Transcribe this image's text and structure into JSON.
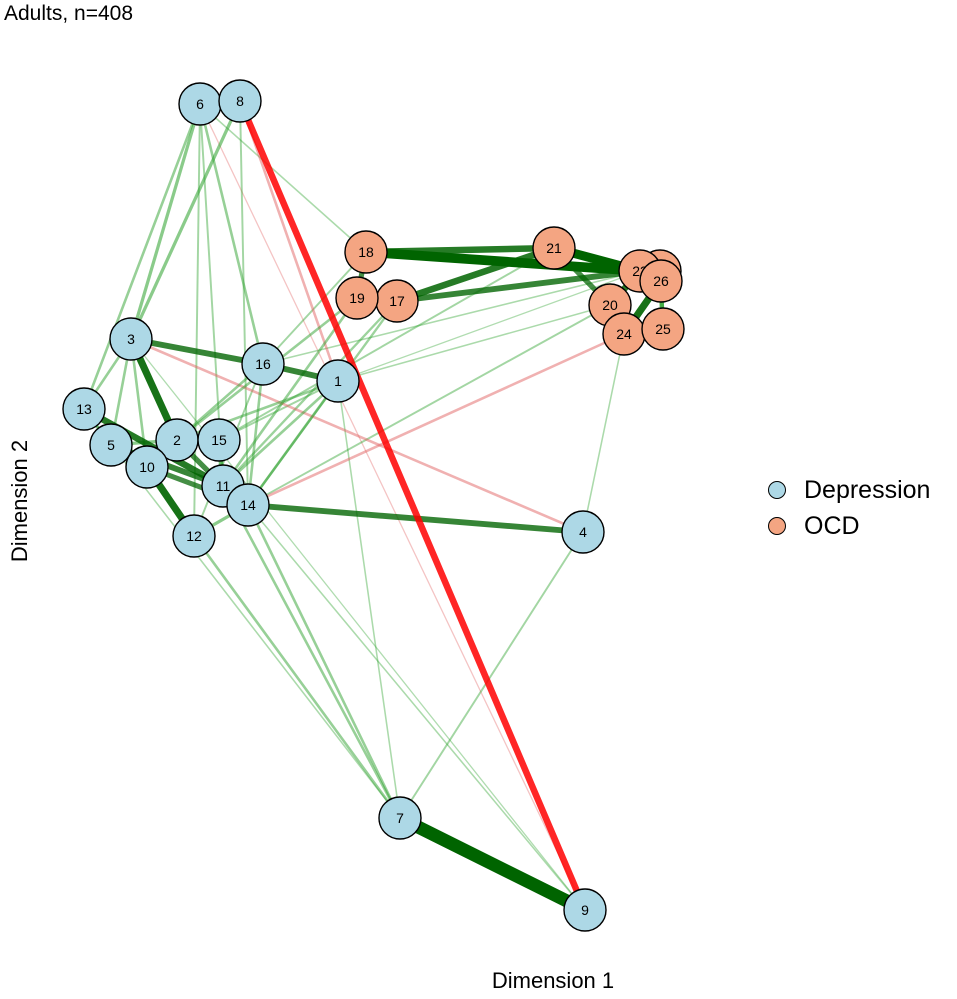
{
  "title": "Adults, n=408",
  "xlabel": "Dimension 1",
  "ylabel": "Dimension 2",
  "legend": [
    {
      "label": "Depression",
      "color": "#add8e6"
    },
    {
      "label": "OCD",
      "color": "#f4a582"
    }
  ],
  "nodes": [
    {
      "id": "1",
      "group": "Depression"
    },
    {
      "id": "2",
      "group": "Depression"
    },
    {
      "id": "3",
      "group": "Depression"
    },
    {
      "id": "4",
      "group": "Depression"
    },
    {
      "id": "5",
      "group": "Depression"
    },
    {
      "id": "6",
      "group": "Depression"
    },
    {
      "id": "7",
      "group": "Depression"
    },
    {
      "id": "8",
      "group": "Depression"
    },
    {
      "id": "9",
      "group": "Depression"
    },
    {
      "id": "10",
      "group": "Depression"
    },
    {
      "id": "11",
      "group": "Depression"
    },
    {
      "id": "12",
      "group": "Depression"
    },
    {
      "id": "13",
      "group": "Depression"
    },
    {
      "id": "14",
      "group": "Depression"
    },
    {
      "id": "15",
      "group": "Depression"
    },
    {
      "id": "16",
      "group": "Depression"
    },
    {
      "id": "17",
      "group": "OCD"
    },
    {
      "id": "18",
      "group": "OCD"
    },
    {
      "id": "19",
      "group": "OCD"
    },
    {
      "id": "20",
      "group": "OCD"
    },
    {
      "id": "21",
      "group": "OCD"
    },
    {
      "id": "22",
      "group": "OCD"
    },
    {
      "id": "23",
      "group": "OCD"
    },
    {
      "id": "24",
      "group": "OCD"
    },
    {
      "id": "25",
      "group": "OCD"
    },
    {
      "id": "26",
      "group": "OCD"
    }
  ],
  "edges": [
    {
      "from": "7",
      "to": "9",
      "sign": "positive",
      "strength": 1.0
    },
    {
      "from": "8",
      "to": "9",
      "sign": "negative",
      "strength": 0.5
    },
    {
      "from": "18",
      "to": "23",
      "sign": "positive",
      "strength": 0.75
    },
    {
      "from": "21",
      "to": "23",
      "sign": "positive",
      "strength": 0.7
    },
    {
      "from": "18",
      "to": "21",
      "sign": "positive",
      "strength": 0.5
    },
    {
      "from": "17",
      "to": "21",
      "sign": "positive",
      "strength": 0.5
    },
    {
      "from": "17",
      "to": "23",
      "sign": "positive",
      "strength": 0.45
    },
    {
      "from": "20",
      "to": "23",
      "sign": "positive",
      "strength": 0.5
    },
    {
      "from": "24",
      "to": "26",
      "sign": "positive",
      "strength": 0.55
    },
    {
      "from": "21",
      "to": "20",
      "sign": "positive",
      "strength": 0.4
    },
    {
      "from": "22",
      "to": "25",
      "sign": "positive",
      "strength": 0.35
    },
    {
      "from": "14",
      "to": "4",
      "sign": "positive",
      "strength": 0.45
    },
    {
      "from": "3",
      "to": "16",
      "sign": "positive",
      "strength": 0.45
    },
    {
      "from": "16",
      "to": "1",
      "sign": "positive",
      "strength": 0.45
    },
    {
      "from": "3",
      "to": "2",
      "sign": "positive",
      "strength": 0.55
    },
    {
      "from": "13",
      "to": "11",
      "sign": "positive",
      "strength": 0.5
    },
    {
      "from": "5",
      "to": "11",
      "sign": "positive",
      "strength": 0.45
    },
    {
      "from": "10",
      "to": "12",
      "sign": "positive",
      "strength": 0.55
    },
    {
      "from": "10",
      "to": "14",
      "sign": "positive",
      "strength": 0.4
    },
    {
      "from": "2",
      "to": "11",
      "sign": "positive",
      "strength": 0.4
    },
    {
      "from": "15",
      "to": "11",
      "sign": "positive",
      "strength": 0.35
    },
    {
      "from": "18",
      "to": "19",
      "sign": "positive",
      "strength": 0.4
    },
    {
      "from": "6",
      "to": "3",
      "sign": "positive",
      "strength": 0.25
    },
    {
      "from": "8",
      "to": "3",
      "sign": "positive",
      "strength": 0.25
    },
    {
      "from": "6",
      "to": "13",
      "sign": "positive",
      "strength": 0.2
    },
    {
      "from": "6",
      "to": "16",
      "sign": "positive",
      "strength": 0.2
    },
    {
      "from": "8",
      "to": "1",
      "sign": "negative",
      "strength": 0.2
    },
    {
      "from": "3",
      "to": "4",
      "sign": "negative",
      "strength": 0.2
    },
    {
      "from": "14",
      "to": "24",
      "sign": "negative",
      "strength": 0.2
    },
    {
      "from": "4",
      "to": "7",
      "sign": "positive",
      "strength": 0.15
    },
    {
      "from": "4",
      "to": "24",
      "sign": "positive",
      "strength": 0.12
    },
    {
      "from": "12",
      "to": "7",
      "sign": "positive",
      "strength": 0.2
    },
    {
      "from": "11",
      "to": "7",
      "sign": "positive",
      "strength": 0.2
    },
    {
      "from": "14",
      "to": "7",
      "sign": "positive",
      "strength": 0.2
    },
    {
      "from": "14",
      "to": "9",
      "sign": "positive",
      "strength": 0.12
    },
    {
      "from": "3",
      "to": "13",
      "sign": "positive",
      "strength": 0.2
    },
    {
      "from": "3",
      "to": "5",
      "sign": "positive",
      "strength": 0.2
    },
    {
      "from": "3",
      "to": "10",
      "sign": "positive",
      "strength": 0.2
    },
    {
      "from": "1",
      "to": "2",
      "sign": "positive",
      "strength": 0.2
    },
    {
      "from": "1",
      "to": "14",
      "sign": "positive",
      "strength": 0.2
    },
    {
      "from": "1",
      "to": "11",
      "sign": "positive",
      "strength": 0.2
    },
    {
      "from": "16",
      "to": "2",
      "sign": "positive",
      "strength": 0.2
    },
    {
      "from": "16",
      "to": "14",
      "sign": "positive",
      "strength": 0.2
    },
    {
      "from": "19",
      "to": "2",
      "sign": "positive",
      "strength": 0.2
    },
    {
      "from": "19",
      "to": "11",
      "sign": "positive",
      "strength": 0.2
    },
    {
      "from": "17",
      "to": "11",
      "sign": "positive",
      "strength": 0.18
    },
    {
      "from": "17",
      "to": "14",
      "sign": "positive",
      "strength": 0.18
    },
    {
      "from": "18",
      "to": "16",
      "sign": "positive",
      "strength": 0.15
    },
    {
      "from": "18",
      "to": "6",
      "sign": "positive",
      "strength": 0.12
    },
    {
      "from": "21",
      "to": "15",
      "sign": "positive",
      "strength": 0.15
    },
    {
      "from": "20",
      "to": "14",
      "sign": "positive",
      "strength": 0.15
    },
    {
      "from": "20",
      "to": "1",
      "sign": "positive",
      "strength": 0.12
    },
    {
      "from": "23",
      "to": "16",
      "sign": "positive",
      "strength": 0.12
    },
    {
      "from": "6",
      "to": "12",
      "sign": "positive",
      "strength": 0.15
    },
    {
      "from": "8",
      "to": "14",
      "sign": "positive",
      "strength": 0.15
    },
    {
      "from": "6",
      "to": "11",
      "sign": "positive",
      "strength": 0.15
    },
    {
      "from": "6",
      "to": "9",
      "sign": "negative",
      "strength": 0.1
    },
    {
      "from": "3",
      "to": "9",
      "sign": "positive",
      "strength": 0.1
    },
    {
      "from": "13",
      "to": "7",
      "sign": "positive",
      "strength": 0.12
    },
    {
      "from": "1",
      "to": "7",
      "sign": "positive",
      "strength": 0.12
    },
    {
      "from": "15",
      "to": "1",
      "sign": "positive",
      "strength": 0.15
    },
    {
      "from": "12",
      "to": "16",
      "sign": "positive",
      "strength": 0.15
    },
    {
      "from": "10",
      "to": "2",
      "sign": "positive",
      "strength": 0.3
    },
    {
      "from": "5",
      "to": "2",
      "sign": "positive",
      "strength": 0.25
    },
    {
      "from": "13",
      "to": "5",
      "sign": "positive",
      "strength": 0.25
    },
    {
      "from": "12",
      "to": "14",
      "sign": "positive",
      "strength": 0.25
    },
    {
      "from": "11",
      "to": "14",
      "sign": "positive",
      "strength": 0.3
    },
    {
      "from": "19",
      "to": "17",
      "sign": "positive",
      "strength": 0.3
    },
    {
      "from": "24",
      "to": "20",
      "sign": "positive",
      "strength": 0.3
    },
    {
      "from": "25",
      "to": "26",
      "sign": "positive",
      "strength": 0.3
    },
    {
      "from": "22",
      "to": "23",
      "sign": "positive",
      "strength": 0.4
    },
    {
      "from": "1",
      "to": "23",
      "sign": "positive",
      "strength": 0.1
    }
  ]
}
